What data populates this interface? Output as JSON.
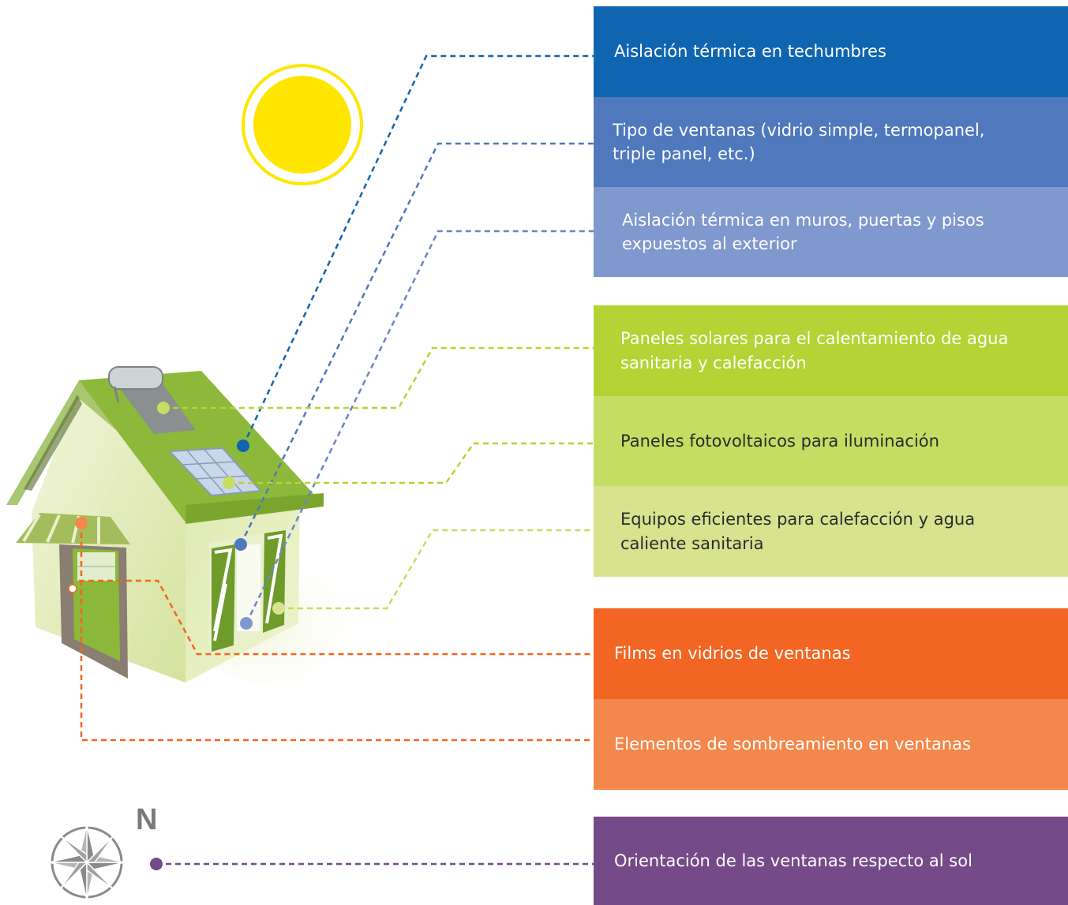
{
  "items": [
    {
      "label": "Aislación térmica en techumbres",
      "color": "#1065b0",
      "text_color": "#ffffff"
    },
    {
      "label": "Tipo de ventanas (vidrio simple, termopanel, triple panel, etc.)",
      "color": "#4f78bd",
      "text_color": "#ffffff"
    },
    {
      "label": "Aislación térmica en muros, puertas y pisos expuestos al exterior",
      "color": "#7f98cd",
      "text_color": "#ffffff"
    },
    {
      "label": "Paneles solares para el calentamiento de agua sanitaria y calefacción",
      "color": "#b5d334",
      "text_color": "#ffffff"
    },
    {
      "label": "Paneles fotovoltaicos para iluminación",
      "color": "#c6dd63",
      "text_color": "#2b2b2b"
    },
    {
      "label": "Equipos eficientes para calefacción y agua caliente sanitaria",
      "color": "#d7e38e",
      "text_color": "#2b2b2b"
    },
    {
      "label": "Films en vidrios de ventanas",
      "color": "#f26522",
      "text_color": "#ffffff"
    },
    {
      "label": "Elementos de sombreamiento en ventanas",
      "color": "#f4874b",
      "text_color": "#ffffff"
    },
    {
      "label": "Orientación de las ventanas respecto al sol",
      "color": "#744a88",
      "text_color": "#ffffff"
    }
  ],
  "compass": {
    "north_label": "N"
  },
  "colors": {
    "sun": "#ffe600",
    "roof": "#8db93a",
    "wall": "#e3ecbf",
    "compass": "#8a8a8a"
  }
}
